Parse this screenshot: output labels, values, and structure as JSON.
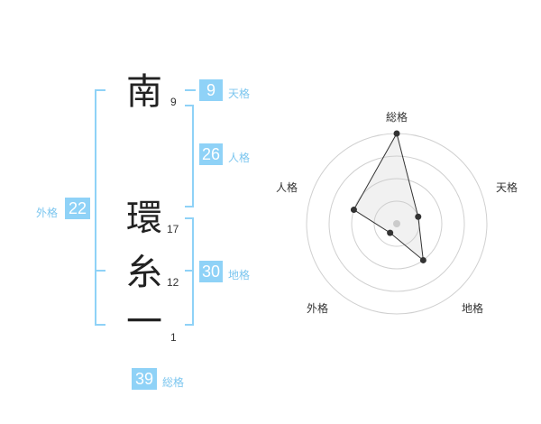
{
  "name": {
    "chars": [
      {
        "char": "南",
        "strokes": "9"
      },
      {
        "char": "環",
        "strokes": "17"
      },
      {
        "char": "糸",
        "strokes": "12"
      },
      {
        "char": "一",
        "strokes": "1"
      }
    ]
  },
  "fortune": {
    "tenkaku": {
      "value": "9",
      "label": "天格"
    },
    "jinkaku": {
      "value": "26",
      "label": "人格"
    },
    "chikaku": {
      "value": "30",
      "label": "地格"
    },
    "gaikaku": {
      "value": "22",
      "label": "外格"
    },
    "soukaku": {
      "value": "39",
      "label": "総格"
    }
  },
  "colors": {
    "accent": "#8fd2f7",
    "label": "#7cc6ef",
    "text": "#222222"
  },
  "chart_data": {
    "type": "radar",
    "axes": [
      "総格",
      "天格",
      "地格",
      "外格",
      "人格"
    ],
    "values": [
      4.0,
      1.0,
      2.0,
      0.5,
      2.0
    ],
    "range": [
      0,
      4
    ],
    "rings": 4
  }
}
